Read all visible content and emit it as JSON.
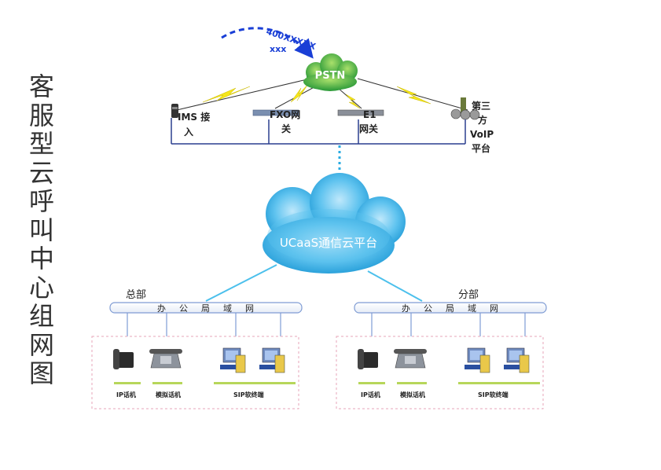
{
  "title_chars": [
    "客",
    "服",
    "型",
    "云",
    "呼",
    "叫",
    "中",
    "心",
    "组",
    "网",
    "图"
  ],
  "dial_number": "400XXXXX",
  "dial_number_2": "xxx",
  "pstn_label": "PSTN",
  "gateways": {
    "ims_a": "IMS 接",
    "ims_b": "入",
    "fxo_a": "FXO网",
    "fxo_b": "关",
    "e1_a": "E1",
    "e1_b": "网关",
    "voip_a": "第三",
    "voip_b": "方",
    "voip_c": "VoIP",
    "voip_d": "平台"
  },
  "cloud_label": "UCaaS通信云平台",
  "branches": [
    {
      "name": "总部",
      "lan": [
        "办",
        "公",
        "局",
        "域",
        "网"
      ],
      "ip_phone": "IP话机",
      "analog_phone": "模拟话机",
      "sip_soft": "SIP软终端"
    },
    {
      "name": "分部",
      "lan": [
        "办",
        "公",
        "局",
        "域",
        "网"
      ],
      "ip_phone": "IP话机",
      "analog_phone": "模拟话机",
      "sip_soft": "SIP软终端"
    }
  ],
  "colors": {
    "pstn_green": "#39b54a",
    "cloud_blue": "#29abe2",
    "dash_blue": "#1a3fd6",
    "lightning_yellow": "#f5e61a",
    "lan_line": "#7f9cd4",
    "device_green": "#b7d65a",
    "frame_pink": "#e7a6b8"
  }
}
